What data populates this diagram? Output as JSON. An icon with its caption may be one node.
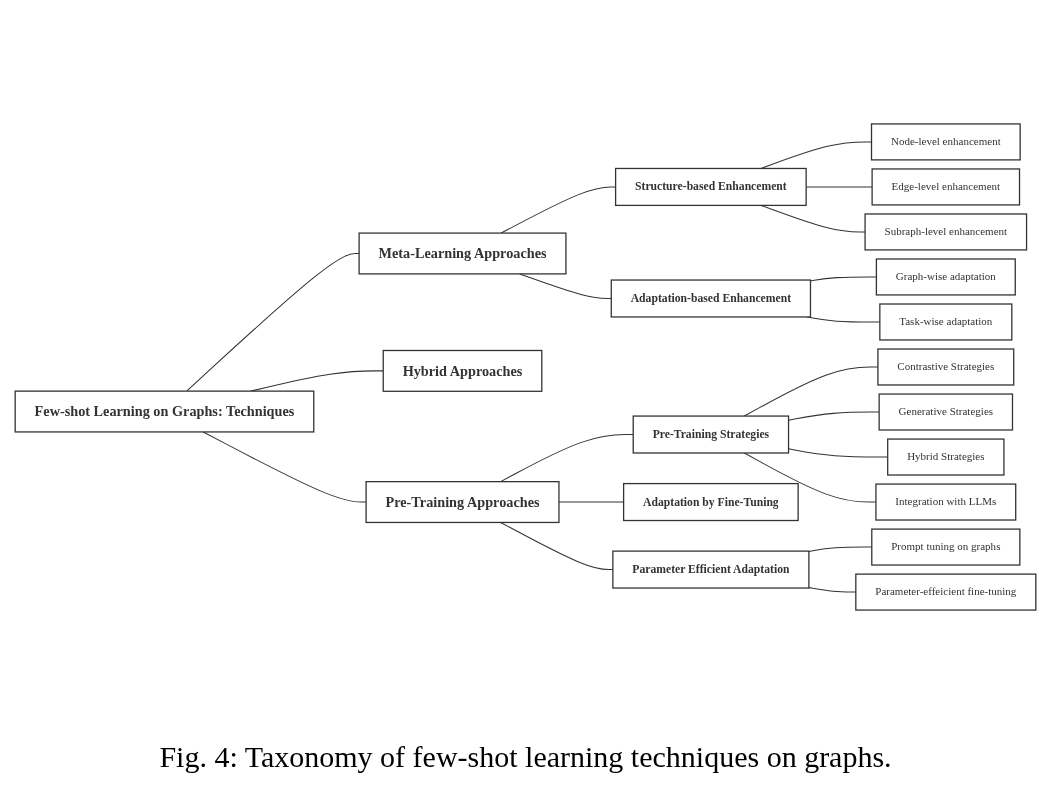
{
  "diagram": {
    "caption": "Fig. 4: Taxonomy of few-shot learning techniques on graphs.",
    "nodes": [
      {
        "text": [
          "Few-shot Learning on Graphs: Techniques"
        ]
      },
      {
        "text": [
          "Meta-Learning Approaches"
        ]
      },
      {
        "text": [
          "Structure-based Enhancement"
        ]
      },
      {
        "text": [
          "Node-level enhancement"
        ]
      },
      {
        "text": [
          "Edge-level enhancement"
        ]
      },
      {
        "text": [
          "Subraph-level enhancement"
        ]
      },
      {
        "text": [
          "Adaptation-based Enhancement"
        ]
      },
      {
        "text": [
          "Graph-wise adaptation"
        ]
      },
      {
        "text": [
          "Task-wise adaptation"
        ]
      },
      {
        "text": [
          "Hybrid Approaches"
        ]
      },
      {
        "text": [
          "Pre-Training Approaches"
        ]
      },
      {
        "text": [
          "Pre-Training Strategies"
        ]
      },
      {
        "text": [
          "Contrastive Strategies"
        ]
      },
      {
        "text": [
          "Generative Strategies"
        ]
      },
      {
        "text": [
          "Hybrid Strategies"
        ]
      },
      {
        "text": [
          "Integration with LLMs"
        ]
      },
      {
        "text": [
          "Adaptation by Fine-Tuning"
        ]
      },
      {
        "text": [
          "Parameter Efficient Adaptation"
        ]
      },
      {
        "text": [
          "Prompt tuning on graphs"
        ]
      },
      {
        "text": [
          "Parameter-effeicient fine-tuning"
        ]
      }
    ],
    "edges": [
      {
        "from": 0,
        "to": 1,
        "arrow": "none"
      },
      {
        "from": 0,
        "to": 10,
        "arrow": "none"
      },
      {
        "from": 0,
        "to": 9,
        "arrow": "none"
      },
      {
        "from": 1,
        "to": 2,
        "arrow": "none"
      },
      {
        "from": 2,
        "to": 3,
        "arrow": "none"
      },
      {
        "from": 2,
        "to": 4,
        "arrow": "none"
      },
      {
        "from": 2,
        "to": 5,
        "arrow": "none"
      },
      {
        "from": 1,
        "to": 6,
        "arrow": "none"
      },
      {
        "from": 6,
        "to": 7,
        "arrow": "none"
      },
      {
        "from": 6,
        "to": 8,
        "arrow": "none"
      },
      {
        "from": 10,
        "to": 11,
        "arrow": "none"
      },
      {
        "from": 11,
        "to": 12,
        "arrow": "none"
      },
      {
        "from": 11,
        "to": 13,
        "arrow": "none"
      },
      {
        "from": 11,
        "to": 14,
        "arrow": "none"
      },
      {
        "from": 11,
        "to": 15,
        "arrow": "none"
      },
      {
        "from": 10,
        "to": 16,
        "arrow": "none"
      },
      {
        "from": 10,
        "to": 17,
        "arrow": "none"
      },
      {
        "from": 17,
        "to": 18,
        "arrow": "none"
      },
      {
        "from": 17,
        "to": 19,
        "arrow": "none"
      }
    ]
  }
}
